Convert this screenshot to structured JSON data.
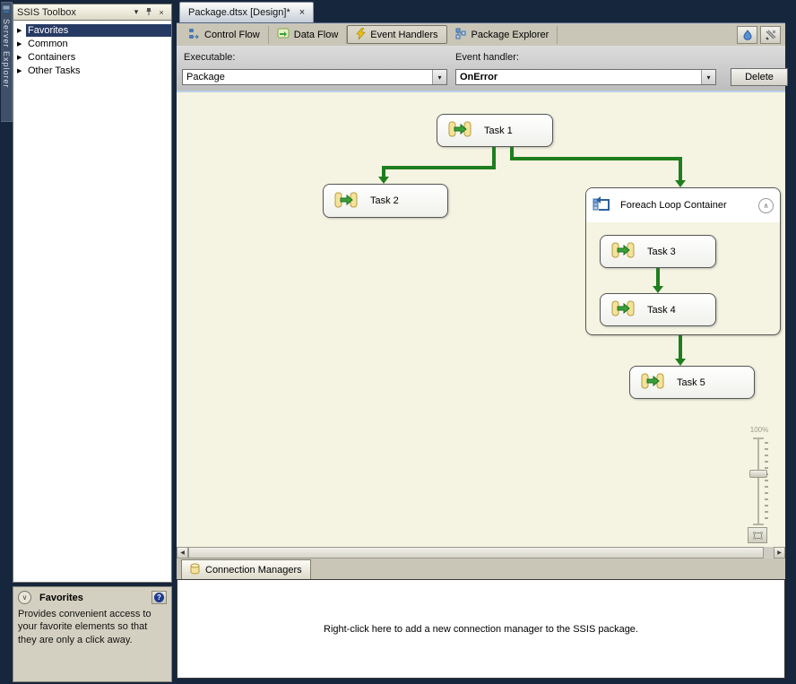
{
  "window": {
    "server_explorer_tab": "Server Explorer"
  },
  "glyphs": {
    "dropdown": "▾",
    "close": "×",
    "expander": "▶",
    "chevron_up": "∧",
    "chevron_down": "∨",
    "left_arrow": "◀",
    "right_arrow": "▶",
    "help": "?"
  },
  "toolbox": {
    "title": "SSIS Toolbox",
    "items": [
      {
        "label": "Favorites",
        "selected": true
      },
      {
        "label": "Common",
        "selected": false
      },
      {
        "label": "Containers",
        "selected": false
      },
      {
        "label": "Other Tasks",
        "selected": false
      }
    ],
    "description": {
      "title": "Favorites",
      "body": "Provides convenient access to your favorite elements so that they are only a click away."
    }
  },
  "document": {
    "tab_title": "Package.dtsx [Design]*"
  },
  "designer": {
    "tabs": [
      {
        "label": "Control Flow",
        "active": false
      },
      {
        "label": "Data Flow",
        "active": false
      },
      {
        "label": "Event Handlers",
        "active": true
      },
      {
        "label": "Package Explorer",
        "active": false
      }
    ]
  },
  "toolbar": {
    "executable_label": "Executable:",
    "executable_value": "Package",
    "event_handler_label": "Event handler:",
    "event_handler_value": "OnError",
    "delete_button": "Delete"
  },
  "canvas": {
    "nodes": [
      {
        "label": "Task 1"
      },
      {
        "label": "Task 2"
      },
      {
        "label": "Task 3"
      },
      {
        "label": "Task 4"
      },
      {
        "label": "Task 5"
      }
    ],
    "container": {
      "label": "Foreach Loop Container"
    },
    "zoom": {
      "level": "100%"
    }
  },
  "connection_managers": {
    "tab": "Connection Managers",
    "hint": "Right-click here to add a new connection manager to the SSIS package."
  },
  "colors": {
    "chrome_navy": "#16263c",
    "selection_navy": "#273a63",
    "canvas_cream": "#f5f4e2",
    "connector_green": "#1e7e1e",
    "task_icon_yellow": "#f3e39a"
  }
}
